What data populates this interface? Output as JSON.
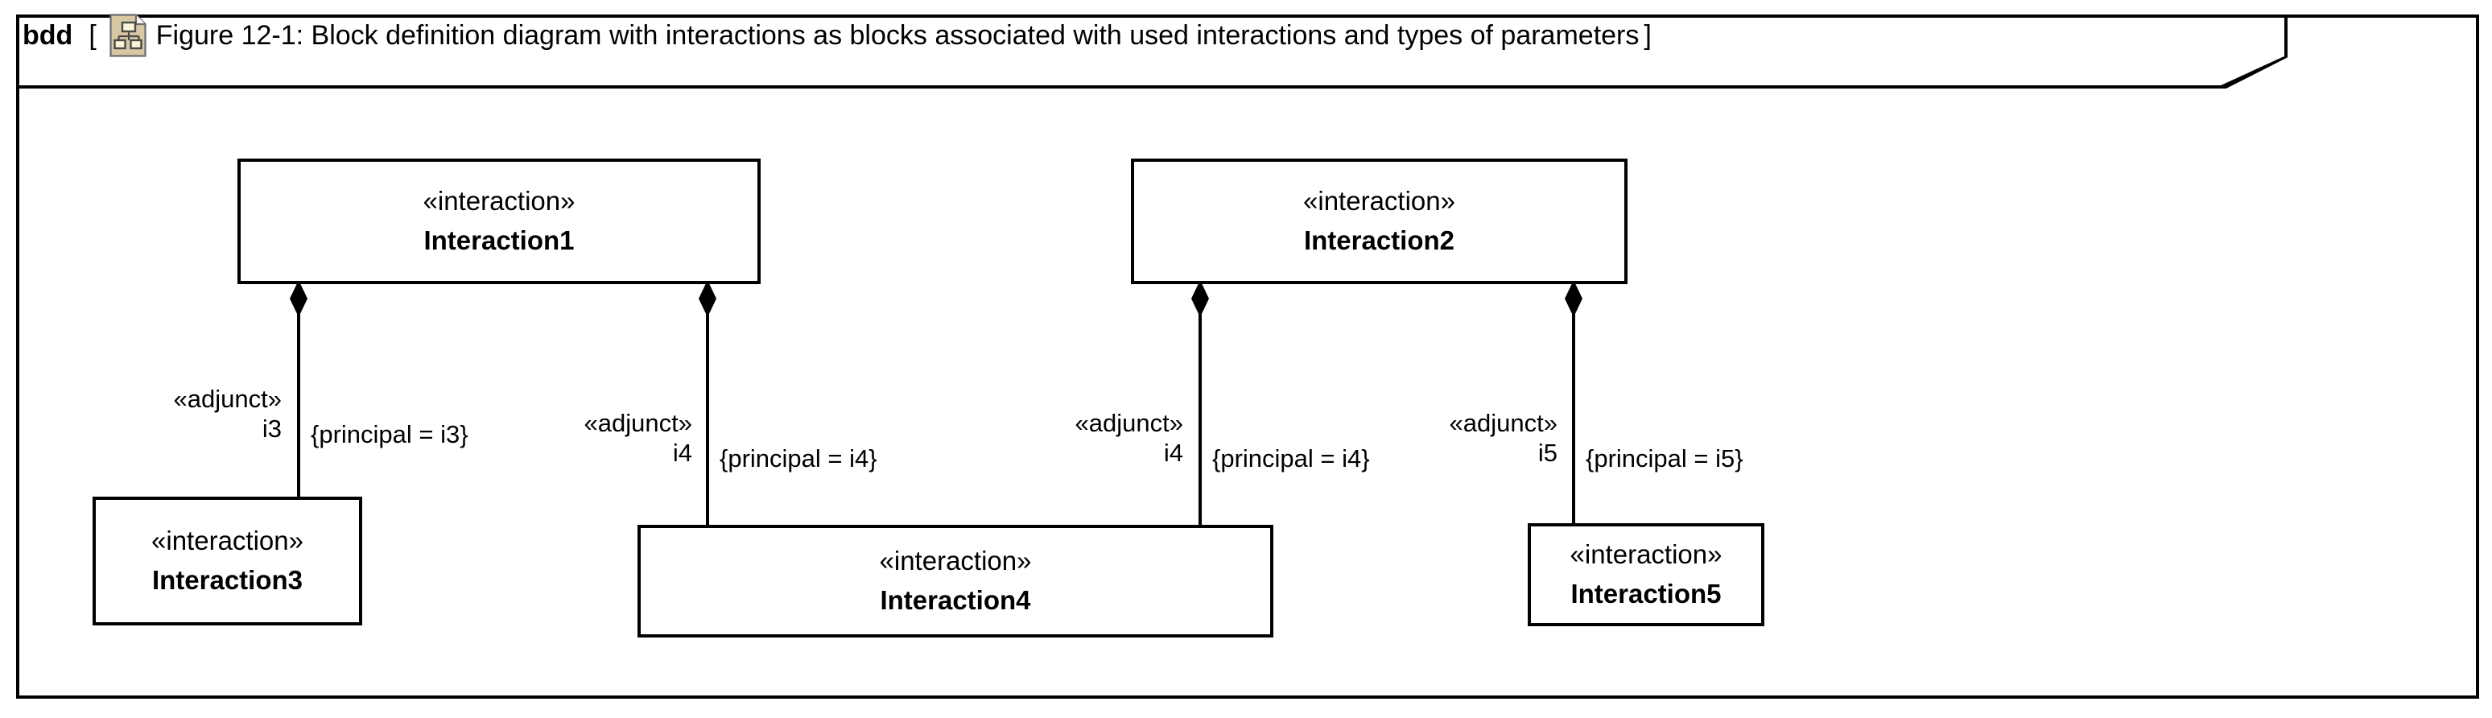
{
  "diagram": {
    "kind": "bdd",
    "bracket_open": "[",
    "bracket_close": "]",
    "icon": "block-definition-diagram-icon",
    "title": "Figure 12-1: Block definition diagram with interactions as blocks associated with used interactions and types of parameters",
    "colors": {
      "line": "#000000",
      "background": "#ffffff",
      "icon_fill": "#d8c9a3",
      "icon_box_fill": "#fbf4d8",
      "icon_stroke": "#4a4a4a"
    }
  },
  "blocks": [
    {
      "id": "interaction1",
      "stereotype": "«interaction»",
      "name": "Interaction1"
    },
    {
      "id": "interaction2",
      "stereotype": "«interaction»",
      "name": "Interaction2"
    },
    {
      "id": "interaction3",
      "stereotype": "«interaction»",
      "name": "Interaction3"
    },
    {
      "id": "interaction4",
      "stereotype": "«interaction»",
      "name": "Interaction4"
    },
    {
      "id": "interaction5",
      "stereotype": "«interaction»",
      "name": "Interaction5"
    }
  ],
  "associations": [
    {
      "id": "assoc-1-3",
      "from": "Interaction1",
      "to": "Interaction3",
      "type": "composition",
      "end_stereotype": "«adjunct»",
      "end_role": "i3",
      "constraint": "{principal = i3}"
    },
    {
      "id": "assoc-1-4",
      "from": "Interaction1",
      "to": "Interaction4",
      "type": "composition",
      "end_stereotype": "«adjunct»",
      "end_role": "i4",
      "constraint": "{principal = i4}"
    },
    {
      "id": "assoc-2-4",
      "from": "Interaction2",
      "to": "Interaction4",
      "type": "composition",
      "end_stereotype": "«adjunct»",
      "end_role": "i4",
      "constraint": "{principal = i4}"
    },
    {
      "id": "assoc-2-5",
      "from": "Interaction2",
      "to": "Interaction5",
      "type": "composition",
      "end_stereotype": "«adjunct»",
      "end_role": "i5",
      "constraint": "{principal = i5}"
    }
  ]
}
